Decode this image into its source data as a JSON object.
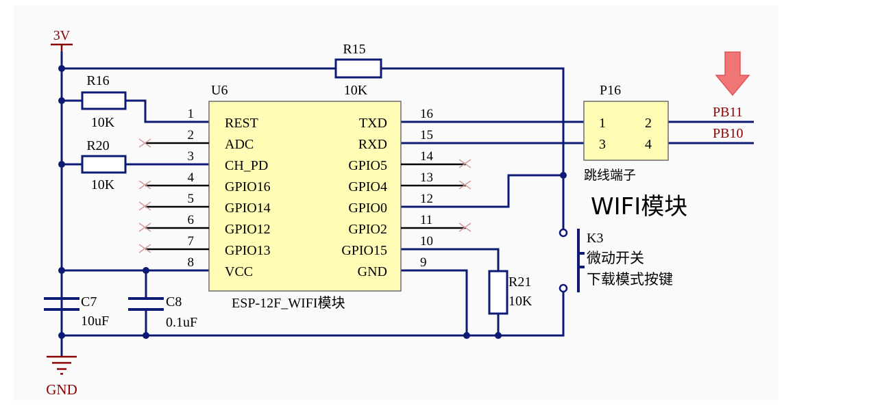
{
  "power": {
    "label": "3V"
  },
  "ground": {
    "label": "GND"
  },
  "resistors": {
    "r15": {
      "ref": "R15",
      "value": "10K"
    },
    "r16": {
      "ref": "R16",
      "value": "10K"
    },
    "r20": {
      "ref": "R20",
      "value": "10K"
    },
    "r21": {
      "ref": "R21",
      "value": "10K"
    }
  },
  "capacitors": {
    "c7": {
      "ref": "C7",
      "value": "10uF"
    },
    "c8": {
      "ref": "C8",
      "value": "0.1uF"
    }
  },
  "module": {
    "ref": "U6",
    "name": "ESP-12F_WIFI模块",
    "left_pins": [
      {
        "num": "1",
        "name": "REST"
      },
      {
        "num": "2",
        "name": "ADC"
      },
      {
        "num": "3",
        "name": "CH_PD"
      },
      {
        "num": "4",
        "name": "GPIO16"
      },
      {
        "num": "5",
        "name": "GPIO14"
      },
      {
        "num": "6",
        "name": "GPIO12"
      },
      {
        "num": "7",
        "name": "GPIO13"
      },
      {
        "num": "8",
        "name": "VCC"
      }
    ],
    "right_pins": [
      {
        "num": "16",
        "name": "TXD"
      },
      {
        "num": "15",
        "name": "RXD"
      },
      {
        "num": "14",
        "name": "GPIO5"
      },
      {
        "num": "13",
        "name": "GPIO4"
      },
      {
        "num": "12",
        "name": "GPIO0"
      },
      {
        "num": "11",
        "name": "GPIO2"
      },
      {
        "num": "10",
        "name": "GPIO15"
      },
      {
        "num": "9",
        "name": "GND"
      }
    ]
  },
  "header": {
    "ref": "P16",
    "pins": [
      "1",
      "2",
      "3",
      "4"
    ],
    "caption": "跳线端子"
  },
  "nets": {
    "top": "PB11",
    "bottom": "PB10"
  },
  "switch": {
    "ref": "K3",
    "line1": "微动开关",
    "line2": "下载模式按键"
  },
  "title": "WIFI模块",
  "colors": {
    "wire": "#0d1a73",
    "chip_fill": "#fffcb6",
    "ref_text": "#8b0000",
    "arrow": "#f07575"
  }
}
